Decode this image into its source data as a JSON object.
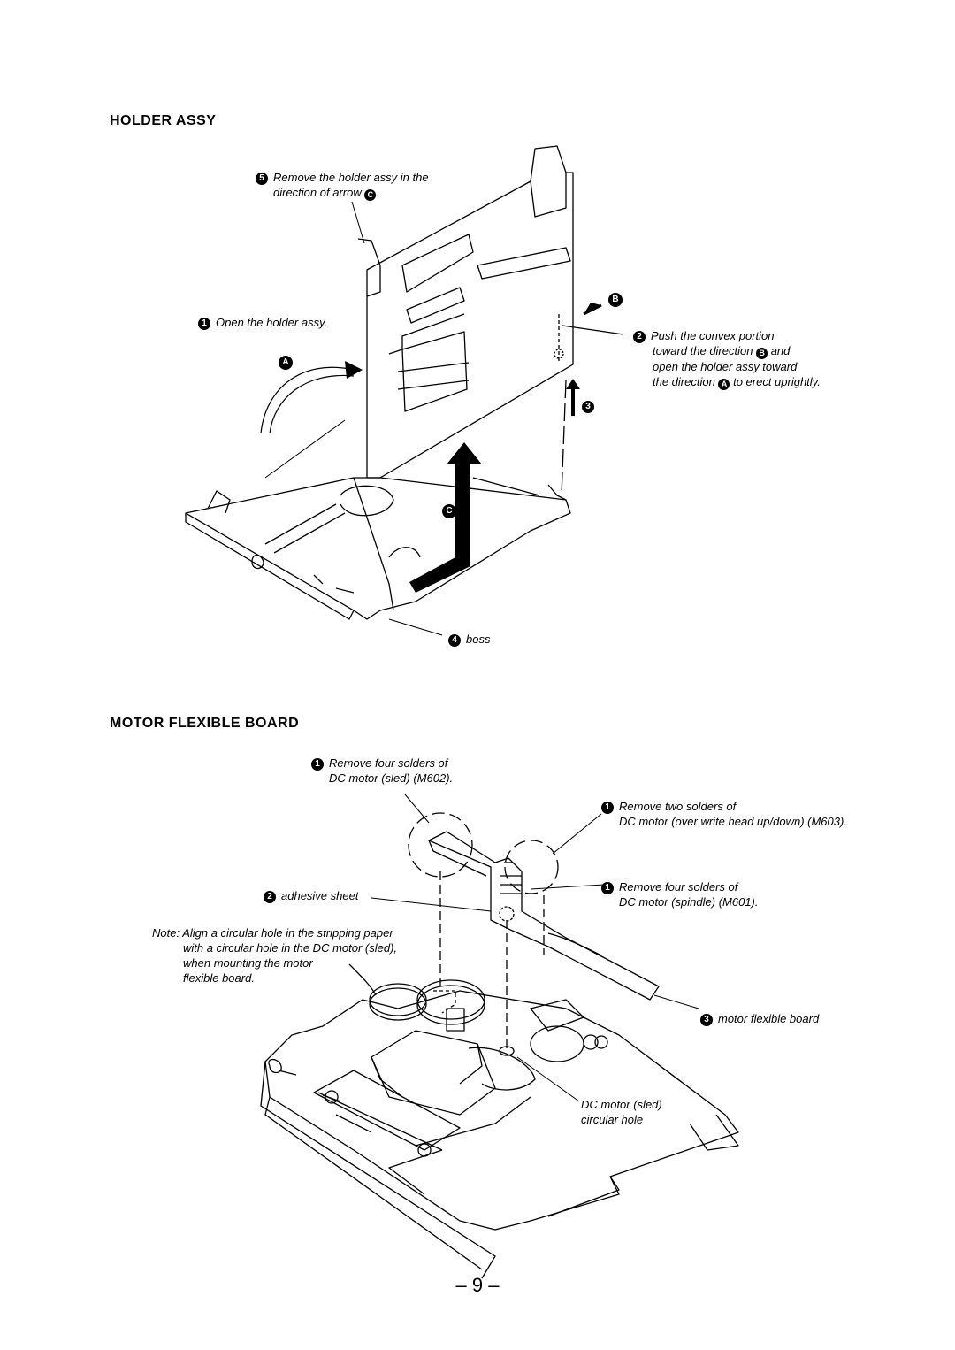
{
  "holder": {
    "title": "HOLDER  ASSY",
    "step5_num": "5",
    "step5_line1": "Remove the holder assy in the",
    "step5_line2a": "direction of arrow",
    "step5_ref": "C",
    "step1_num": "1",
    "step1": "Open the holder assy.",
    "step2_num": "2",
    "step2_line1": "Push the convex portion",
    "step2_line2a": "toward the direction",
    "step2_ref_b": "B",
    "step2_line2b": "and",
    "step2_line3": "open the holder assy toward",
    "step2_line4a": "the direction",
    "step2_ref_a": "A",
    "step2_line4b": "to erect uprightly.",
    "step3_num": "3",
    "step4_num": "4",
    "step4": "boss",
    "label_a": "A",
    "label_b": "B",
    "label_c": "C"
  },
  "motor": {
    "title": "MOTOR  FLEXIBLE  BOARD",
    "s1a_num": "1",
    "s1a_line1": "Remove four solders of",
    "s1a_line2": "DC motor (sled) (M602).",
    "s1b_num": "1",
    "s1b_line1": "Remove two solders of",
    "s1b_line2": "DC motor (over write head up/down) (M603).",
    "s1c_num": "1",
    "s1c_line1": "Remove four solders of",
    "s1c_line2": "DC motor (spindle) (M601).",
    "s2_num": "2",
    "s2": "adhesive sheet",
    "note_line1": "Note: Align a circular hole in the stripping paper",
    "note_line2": "with a circular hole in the DC motor (sled),",
    "note_line3": "when mounting the motor",
    "note_line4": "flexible board.",
    "s3_num": "3",
    "s3": "motor flexible board",
    "hole_line1": "DC motor (sled)",
    "hole_line2": "circular hole"
  },
  "page_number": "– 9 –"
}
